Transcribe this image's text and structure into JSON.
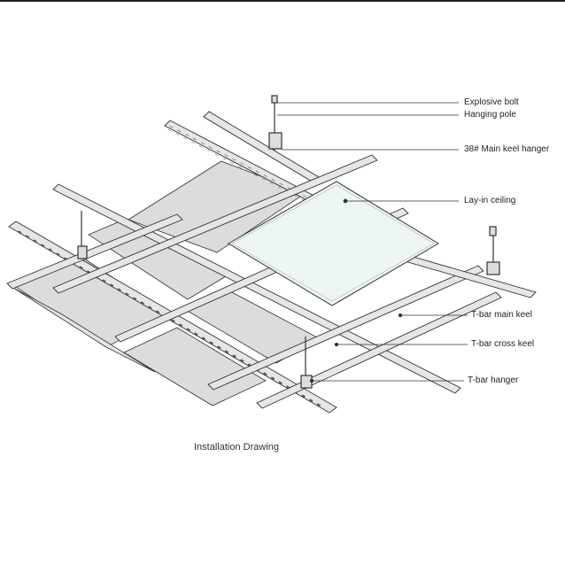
{
  "labels": {
    "explosive_bolt": "Explosive bolt",
    "hanging_pole": "Hanging pole",
    "main_keel_hanger": "38# Main keel hanger",
    "lay_in_ceiling": "Lay-in ceiling",
    "t_bar_main_keel": "T-bar main keel",
    "t_bar_cross_keel": "T-bar cross keel",
    "t_bar_hanger": "T-bar hanger"
  },
  "caption": "Installation Drawing",
  "colors": {
    "line": "#333333",
    "panel_fill": "#dcdcdc",
    "ceiling_fill": "#eef5f5",
    "rail_fill": "#e6e6e6"
  }
}
